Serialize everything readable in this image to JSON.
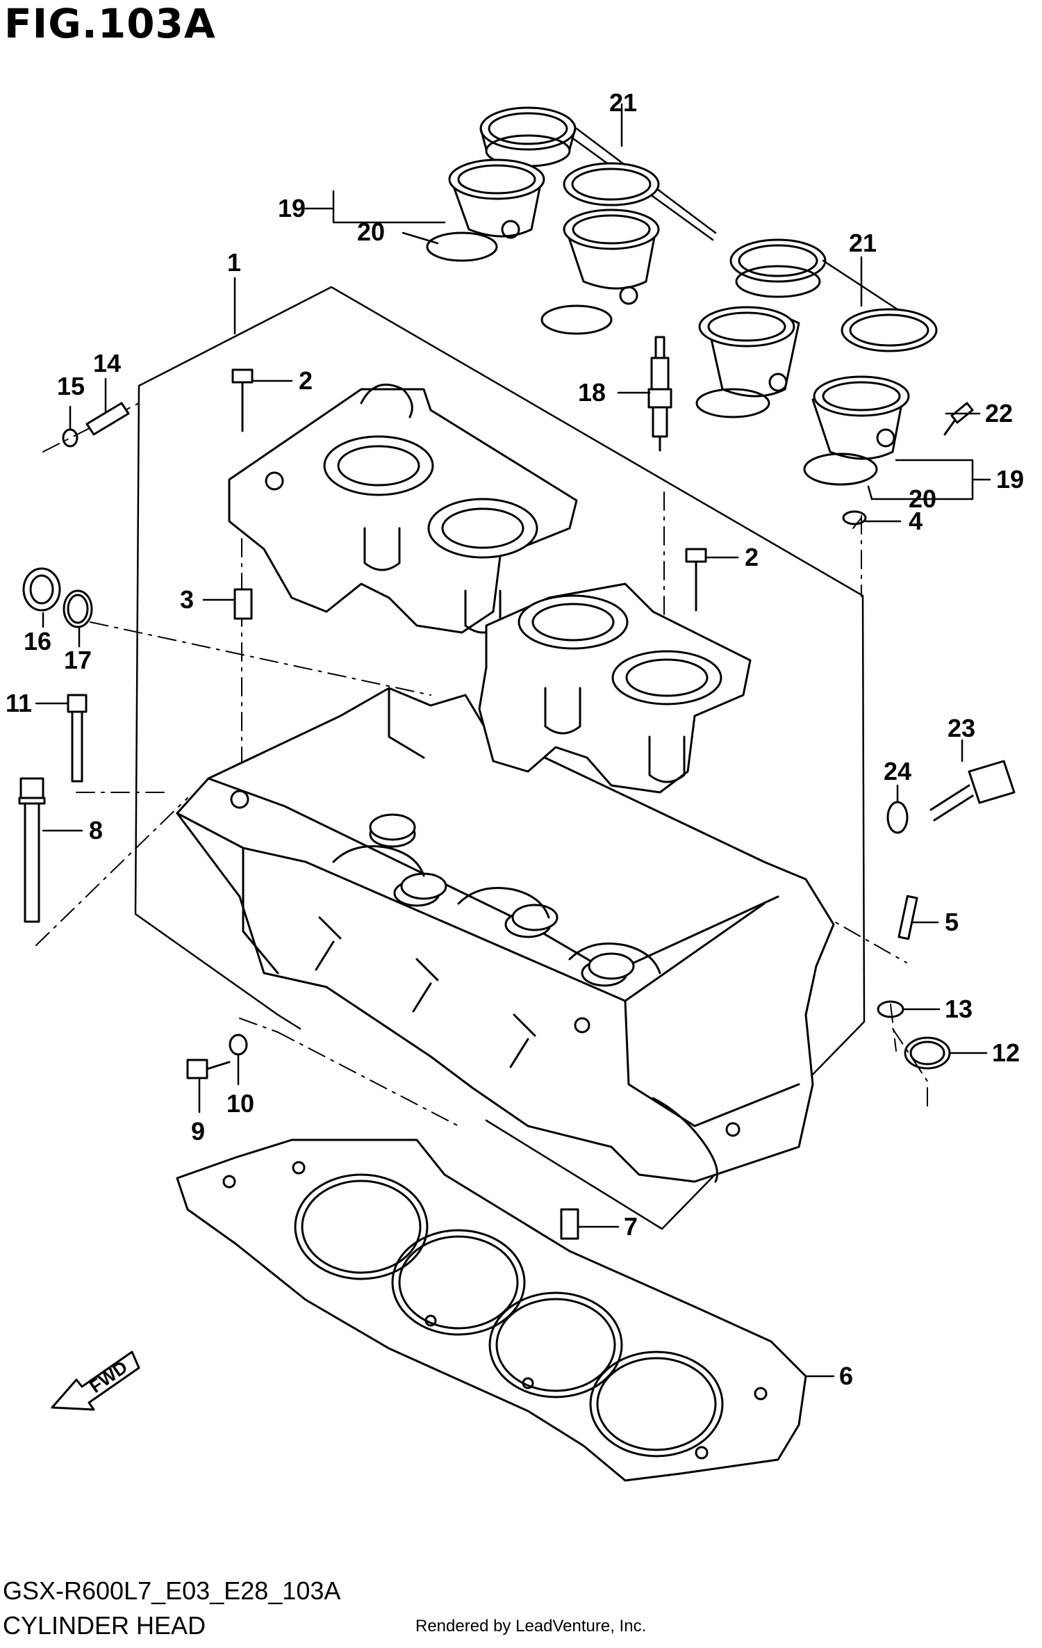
{
  "figure": {
    "title": "FIG.103A",
    "model_code": "GSX-R600L7_E03_E28_103A",
    "name": "CYLINDER HEAD",
    "rendered_by": "Rendered by LeadVenture, Inc.",
    "fwd_label": "FWD"
  },
  "callouts": [
    {
      "id": "c1",
      "label": "1"
    },
    {
      "id": "c2a",
      "label": "2"
    },
    {
      "id": "c2b",
      "label": "2"
    },
    {
      "id": "c3",
      "label": "3"
    },
    {
      "id": "c4",
      "label": "4"
    },
    {
      "id": "c5",
      "label": "5"
    },
    {
      "id": "c6",
      "label": "6"
    },
    {
      "id": "c7",
      "label": "7"
    },
    {
      "id": "c8",
      "label": "8"
    },
    {
      "id": "c9",
      "label": "9"
    },
    {
      "id": "c10",
      "label": "10"
    },
    {
      "id": "c11",
      "label": "11"
    },
    {
      "id": "c12",
      "label": "12"
    },
    {
      "id": "c13",
      "label": "13"
    },
    {
      "id": "c14",
      "label": "14"
    },
    {
      "id": "c15",
      "label": "15"
    },
    {
      "id": "c16",
      "label": "16"
    },
    {
      "id": "c17",
      "label": "17"
    },
    {
      "id": "c18",
      "label": "18"
    },
    {
      "id": "c19a",
      "label": "19"
    },
    {
      "id": "c19b",
      "label": "19"
    },
    {
      "id": "c20a",
      "label": "20"
    },
    {
      "id": "c20b",
      "label": "20"
    },
    {
      "id": "c21a",
      "label": "21"
    },
    {
      "id": "c21b",
      "label": "21"
    },
    {
      "id": "c22",
      "label": "22"
    },
    {
      "id": "c23",
      "label": "23"
    },
    {
      "id": "c24",
      "label": "24"
    }
  ]
}
